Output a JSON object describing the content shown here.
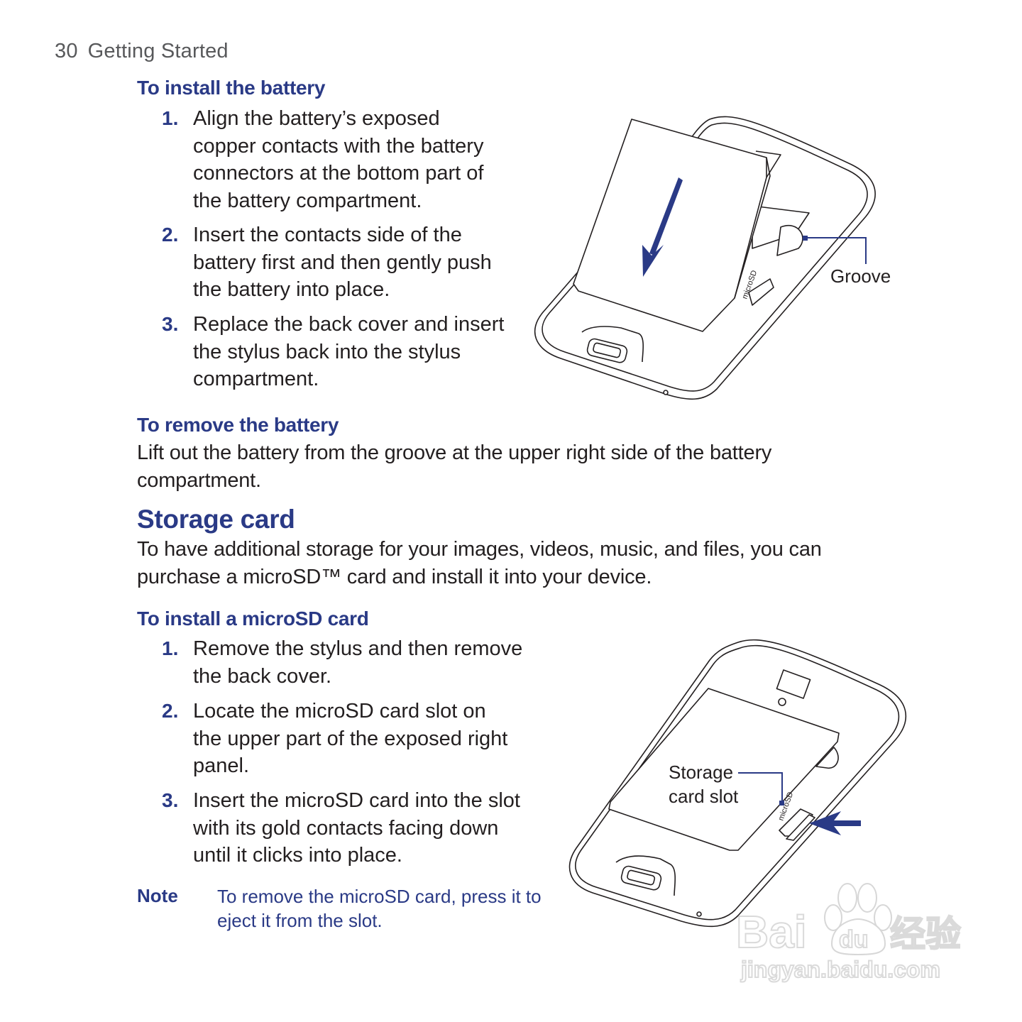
{
  "page": {
    "number": "30",
    "section": "Getting Started"
  },
  "install_battery": {
    "heading": "To install the battery",
    "steps": [
      {
        "num": "1.",
        "lines": [
          "Align the battery’s exposed",
          "copper contacts with the battery",
          "connectors at the bottom part of",
          "the battery compartment."
        ]
      },
      {
        "num": "2.",
        "lines": [
          "Insert the contacts side of the",
          "battery first and then gently push",
          "the battery into place."
        ]
      },
      {
        "num": "3.",
        "lines": [
          "Replace the back cover and insert",
          "the stylus back into the stylus",
          "compartment."
        ]
      }
    ],
    "figure": {
      "callout": "Groove",
      "slot_label": "microSD",
      "arrow_color": "#2a3a86"
    }
  },
  "remove_battery": {
    "heading": "To remove the battery",
    "lines": [
      "Lift out the battery from the groove at the upper right side of the battery",
      "compartment."
    ]
  },
  "storage_card": {
    "heading": "Storage card",
    "lines": [
      "To have additional storage for your images, videos, music, and files, you can",
      "purchase a microSD™ card and install it into your device."
    ]
  },
  "install_microsd": {
    "heading": "To install a microSD card",
    "steps": [
      {
        "num": "1.",
        "lines": [
          "Remove the stylus and then remove",
          "the back cover."
        ]
      },
      {
        "num": "2.",
        "lines": [
          "Locate the microSD card slot on",
          "the upper part of the exposed right",
          "panel."
        ]
      },
      {
        "num": "3.",
        "lines": [
          "Insert the microSD card into the slot",
          "with its gold contacts facing down",
          "until it clicks into place."
        ]
      }
    ],
    "note": {
      "label": "Note",
      "lines": [
        "To remove the microSD card, press it to",
        "eject it from the slot."
      ]
    },
    "figure": {
      "callout_lines": [
        "Storage",
        "card slot"
      ],
      "slot_label": "microSD",
      "arrow_color": "#2a3a86"
    }
  },
  "watermark": {
    "brand": "Bai",
    "brand_paw": "du",
    "cn": "经验",
    "url": "jingyan.baidu.com"
  },
  "colors": {
    "heading": "#2a3a86",
    "body": "#231f20",
    "header": "#58595b"
  }
}
